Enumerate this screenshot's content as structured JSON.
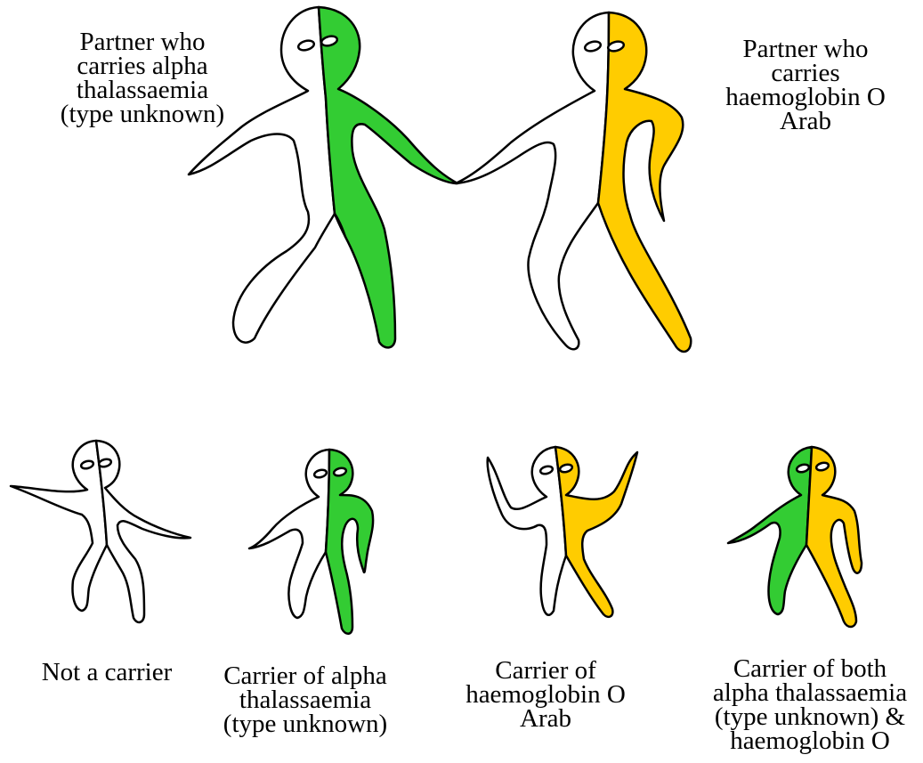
{
  "colors": {
    "alpha_thalassaemia": "#33cc33",
    "haemoglobin_o_arab": "#ffcc00",
    "unaffected": "#ffffff",
    "outline": "#000000"
  },
  "parents": {
    "left": {
      "label_lines": [
        "Partner who",
        "carries alpha",
        "thalassaemia",
        "(type unknown)"
      ],
      "left_half": "unaffected",
      "right_half": "alpha_thalassaemia"
    },
    "right": {
      "label_lines": [
        "Partner who",
        "carries",
        "haemoglobin O",
        "Arab"
      ],
      "left_half": "unaffected",
      "right_half": "haemoglobin_o_arab"
    }
  },
  "children": [
    {
      "label_lines": [
        "Not a carrier"
      ],
      "left_half": "unaffected",
      "right_half": "unaffected"
    },
    {
      "label_lines": [
        "Carrier of alpha",
        "thalassaemia",
        "(type unknown)"
      ],
      "left_half": "unaffected",
      "right_half": "alpha_thalassaemia"
    },
    {
      "label_lines": [
        "Carrier of",
        "haemoglobin O",
        "Arab"
      ],
      "left_half": "unaffected",
      "right_half": "haemoglobin_o_arab"
    },
    {
      "label_lines": [
        "Carrier of both",
        "alpha thalassaemia",
        "(type unknown) &",
        "haemoglobin O"
      ],
      "left_half": "alpha_thalassaemia",
      "right_half": "haemoglobin_o_arab"
    }
  ]
}
